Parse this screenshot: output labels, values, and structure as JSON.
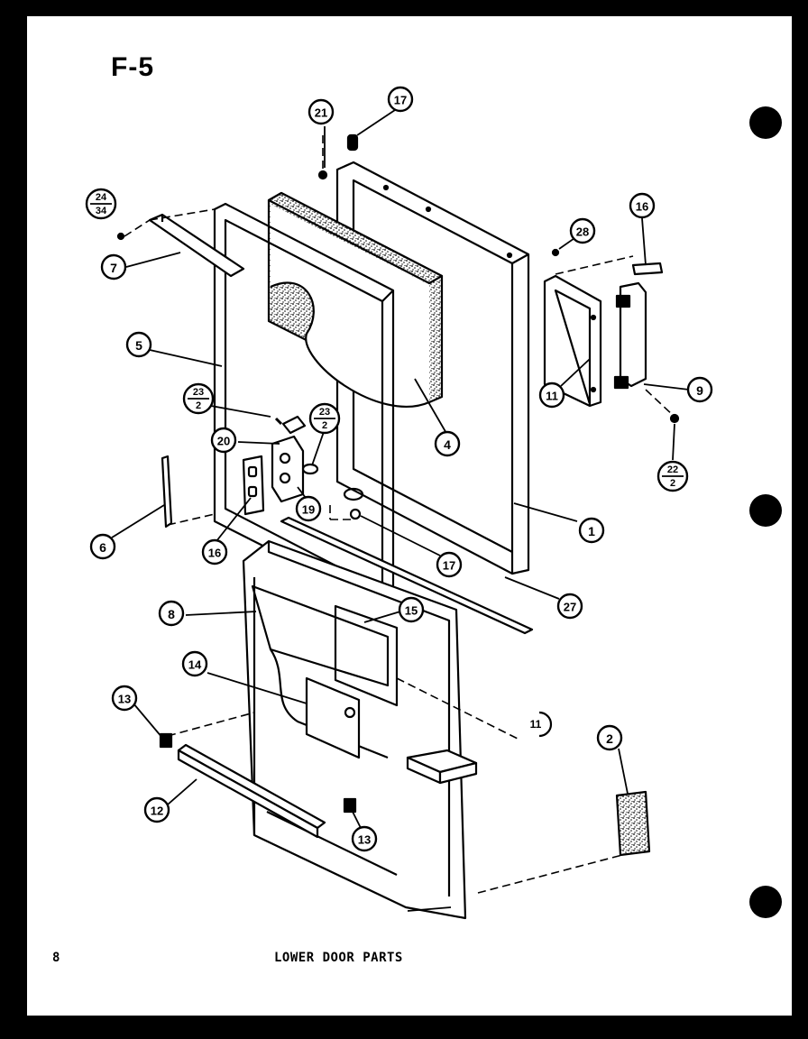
{
  "figure": {
    "id": "F-5",
    "caption": "LOWER DOOR PARTS",
    "page_number": "8"
  },
  "callouts": [
    {
      "key": "c1",
      "label": "1"
    },
    {
      "key": "c2",
      "label": "2"
    },
    {
      "key": "c4",
      "label": "4"
    },
    {
      "key": "c5",
      "label": "5"
    },
    {
      "key": "c6",
      "label": "6"
    },
    {
      "key": "c7",
      "label": "7"
    },
    {
      "key": "c8",
      "label": "8"
    },
    {
      "key": "c9",
      "label": "9"
    },
    {
      "key": "c11",
      "label": "11"
    },
    {
      "key": "c12",
      "label": "12"
    },
    {
      "key": "c13a",
      "label": "13"
    },
    {
      "key": "c13b",
      "label": "13"
    },
    {
      "key": "c14",
      "label": "14"
    },
    {
      "key": "c15",
      "label": "15"
    },
    {
      "key": "c16a",
      "label": "16"
    },
    {
      "key": "c16b",
      "label": "16"
    },
    {
      "key": "c17a",
      "label": "17"
    },
    {
      "key": "c17b",
      "label": "17"
    },
    {
      "key": "c19",
      "label": "19"
    },
    {
      "key": "c20",
      "label": "20"
    },
    {
      "key": "c21",
      "label": "21"
    },
    {
      "key": "c27",
      "label": "27"
    },
    {
      "key": "c28",
      "label": "28"
    }
  ],
  "fraction_callouts": [
    {
      "key": "f2434",
      "top": "24",
      "bottom": "34"
    },
    {
      "key": "f232a",
      "top": "23",
      "bottom": "2"
    },
    {
      "key": "f232b",
      "top": "23",
      "bottom": "2"
    },
    {
      "key": "f222",
      "top": "22",
      "bottom": "2"
    }
  ],
  "partial_label": "11",
  "colors": {
    "ink": "#000000",
    "paper": "#ffffff",
    "speckle": "#555555"
  }
}
